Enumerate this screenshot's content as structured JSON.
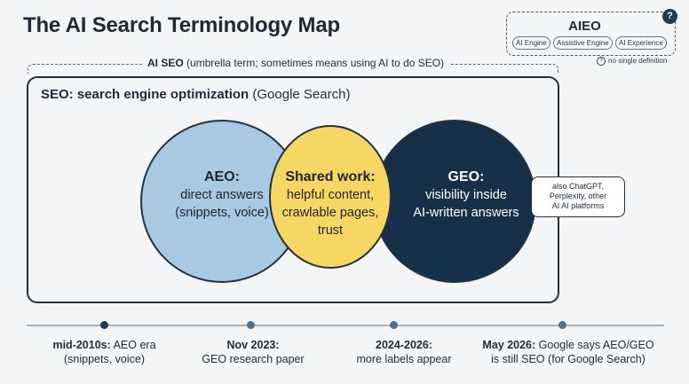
{
  "title": "The AI Search Terminology Map",
  "aieo": {
    "title": "AIEO",
    "pills": [
      "AI Engine",
      "Assistive Engine",
      "AI Experience"
    ],
    "help_symbol": "?",
    "note": "no single definition"
  },
  "umbrella": {
    "term": "AI SEO",
    "description": "(umbrella term; sometimes means using AI to do SEO)"
  },
  "seo": {
    "term": "SEO: search engine optimization",
    "qualifier": "(Google Search)"
  },
  "venn": {
    "aeo": {
      "title": "AEO:",
      "line1": "direct answers",
      "line2": "(snippets, voice)"
    },
    "shared": {
      "title": "Shared work:",
      "line1": "helpful content,",
      "line2": "crawlable pages,",
      "line3": "trust"
    },
    "geo": {
      "title": "GEO:",
      "line1": "visibility inside",
      "line2": "AI-written answers"
    }
  },
  "callout": {
    "line1": "also ChatGPT,",
    "line2": "Perplexity, other",
    "line3": "AI AI platforms"
  },
  "timeline": [
    {
      "date": "mid-2010s:",
      "rest1": "AEO era",
      "line2": "(snippets, voice)"
    },
    {
      "date": "Nov 2023:",
      "rest1": "",
      "line2": "GEO research paper"
    },
    {
      "date": "2024-2026:",
      "rest1": "",
      "line2": "more labels appear"
    },
    {
      "date": "May 2026:",
      "rest1": "Google says AEO/GEO",
      "line2": "is still SEO (for Google Search)"
    }
  ],
  "colors": {
    "aeo_fill": "#a9c8e2",
    "shared_fill": "#f7d764",
    "geo_fill": "#16304a",
    "frame": "#243240",
    "timeline_dot_dark": "#1e3a52",
    "timeline_dot_mid": "#4c7190"
  }
}
